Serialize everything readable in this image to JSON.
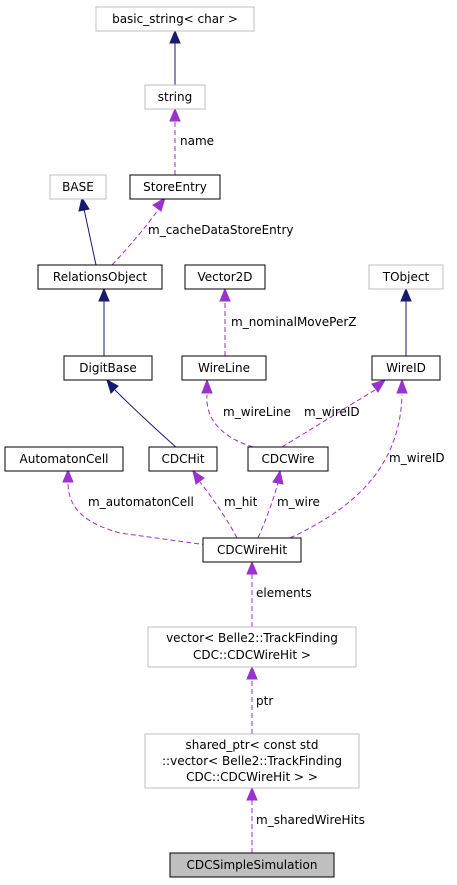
{
  "nodes": {
    "basic_string": {
      "lines": [
        "basic_string< char >"
      ],
      "style": "weak"
    },
    "string": {
      "lines": [
        "string"
      ],
      "style": "weak"
    },
    "base": {
      "lines": [
        "BASE"
      ],
      "style": "weak"
    },
    "store_entry": {
      "lines": [
        "StoreEntry"
      ],
      "style": "strong"
    },
    "relations_object": {
      "lines": [
        "RelationsObject"
      ],
      "style": "strong"
    },
    "vector2d": {
      "lines": [
        "Vector2D"
      ],
      "style": "strong"
    },
    "tobject": {
      "lines": [
        "TObject"
      ],
      "style": "weak"
    },
    "digit_base": {
      "lines": [
        "DigitBase"
      ],
      "style": "strong"
    },
    "wire_line": {
      "lines": [
        "WireLine"
      ],
      "style": "strong"
    },
    "wire_id": {
      "lines": [
        "WireID"
      ],
      "style": "strong"
    },
    "automaton_cell": {
      "lines": [
        "AutomatonCell"
      ],
      "style": "strong"
    },
    "cdc_hit": {
      "lines": [
        "CDCHit"
      ],
      "style": "strong"
    },
    "cdc_wire": {
      "lines": [
        "CDCWire"
      ],
      "style": "strong"
    },
    "cdc_wire_hit": {
      "lines": [
        "CDCWireHit"
      ],
      "style": "strong"
    },
    "vector_wirehit": {
      "lines": [
        "vector< Belle2::TrackFinding",
        "CDC::CDCWireHit >"
      ],
      "style": "weak"
    },
    "shared_ptr": {
      "lines": [
        "shared_ptr< const std",
        "::vector< Belle2::TrackFinding",
        "CDC::CDCWireHit > >"
      ],
      "style": "weak"
    },
    "cdc_simple_simulation": {
      "lines": [
        "CDCSimpleSimulation"
      ],
      "style": "focus"
    }
  },
  "edge_labels": {
    "name": "name",
    "m_cacheDataStoreEntry": "m_cacheDataStoreEntry",
    "m_nominalMovePerZ": "m_nominalMovePerZ",
    "m_wireLine": "m_wireLine",
    "m_wireID_left": "m_wireID",
    "m_wireID_right": "m_wireID",
    "m_automatonCell": "m_automatonCell",
    "m_hit": "m_hit",
    "m_wire": "m_wire",
    "elements": "elements",
    "ptr": "ptr",
    "m_sharedWireHits": "m_sharedWireHits"
  },
  "colors": {
    "inheritance_edge": "#191970",
    "member_edge": "#9a32cd",
    "weak_border": "#bfbfbf",
    "focus_fill": "#bfbfbf"
  }
}
